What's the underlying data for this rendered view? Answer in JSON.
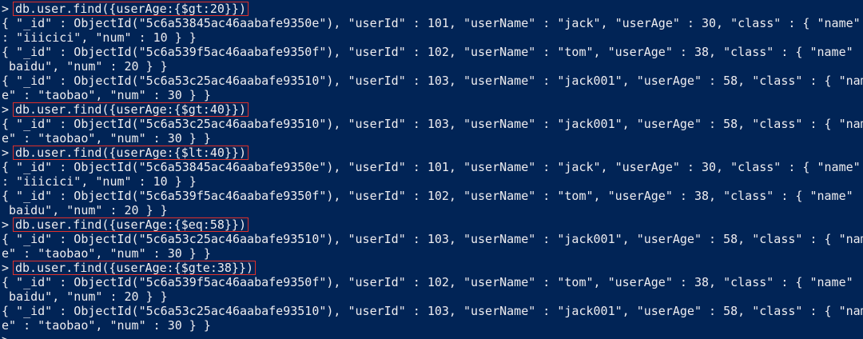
{
  "terminal": {
    "prompt_char": ">",
    "highlight_color": "#e0302a",
    "background": "#012456",
    "foreground": "#eeedf0",
    "lines": [
      {
        "type": "cmd",
        "text": "db.user.find({userAge:{$gt:20}})"
      },
      {
        "type": "out",
        "text": "{ \"_id\" : ObjectId(\"5c6a53845ac46aabafe9350e\"), \"userId\" : 101, \"userName\" : \"jack\", \"userAge\" : 30, \"class\" : { \"name\""
      },
      {
        "type": "out",
        "text": ": \"iiicici\", \"num\" : 10 } }"
      },
      {
        "type": "out",
        "text": "{ \"_id\" : ObjectId(\"5c6a539f5ac46aabafe9350f\"), \"userId\" : 102, \"userName\" : \"tom\", \"userAge\" : 38, \"class\" : { \"name\" :"
      },
      {
        "type": "out",
        "text": " baidu\", \"num\" : 20 } }"
      },
      {
        "type": "out",
        "text": "{ \"_id\" : ObjectId(\"5c6a53c25ac46aabafe93510\"), \"userId\" : 103, \"userName\" : \"jack001\", \"userAge\" : 58, \"class\" : { \"nam"
      },
      {
        "type": "out",
        "text": "e\" : \"taobao\", \"num\" : 30 } }"
      },
      {
        "type": "cmd",
        "text": "db.user.find({userAge:{$gt:40}})"
      },
      {
        "type": "out",
        "text": "{ \"_id\" : ObjectId(\"5c6a53c25ac46aabafe93510\"), \"userId\" : 103, \"userName\" : \"jack001\", \"userAge\" : 58, \"class\" : { \"nam"
      },
      {
        "type": "out",
        "text": "e\" : \"taobao\", \"num\" : 30 } }"
      },
      {
        "type": "cmd",
        "text": "db.user.find({userAge:{$lt:40}})"
      },
      {
        "type": "out",
        "text": "{ \"_id\" : ObjectId(\"5c6a53845ac46aabafe9350e\"), \"userId\" : 101, \"userName\" : \"jack\", \"userAge\" : 30, \"class\" : { \"name\""
      },
      {
        "type": "out",
        "text": ": \"iiicici\", \"num\" : 10 } }"
      },
      {
        "type": "out",
        "text": "{ \"_id\" : ObjectId(\"5c6a539f5ac46aabafe9350f\"), \"userId\" : 102, \"userName\" : \"tom\", \"userAge\" : 38, \"class\" : { \"name\" :"
      },
      {
        "type": "out",
        "text": " baidu\", \"num\" : 20 } }"
      },
      {
        "type": "cmd",
        "text": "db.user.find({userAge:{$eq:58}})"
      },
      {
        "type": "out",
        "text": "{ \"_id\" : ObjectId(\"5c6a53c25ac46aabafe93510\"), \"userId\" : 103, \"userName\" : \"jack001\", \"userAge\" : 58, \"class\" : { \"nam"
      },
      {
        "type": "out",
        "text": "e\" : \"taobao\", \"num\" : 30 } }"
      },
      {
        "type": "cmd",
        "text": "db.user.find({userAge:{$gte:38}})"
      },
      {
        "type": "out",
        "text": "{ \"_id\" : ObjectId(\"5c6a539f5ac46aabafe9350f\"), \"userId\" : 102, \"userName\" : \"tom\", \"userAge\" : 38, \"class\" : { \"name\" :"
      },
      {
        "type": "out",
        "text": " baidu\", \"num\" : 20 } }"
      },
      {
        "type": "out",
        "text": "{ \"_id\" : ObjectId(\"5c6a53c25ac46aabafe93510\"), \"userId\" : 103, \"userName\" : \"jack001\", \"userAge\" : 58, \"class\" : { \"nam"
      },
      {
        "type": "out",
        "text": "e\" : \"taobao\", \"num\" : 30 } }"
      },
      {
        "type": "prompt",
        "text": ""
      }
    ]
  }
}
